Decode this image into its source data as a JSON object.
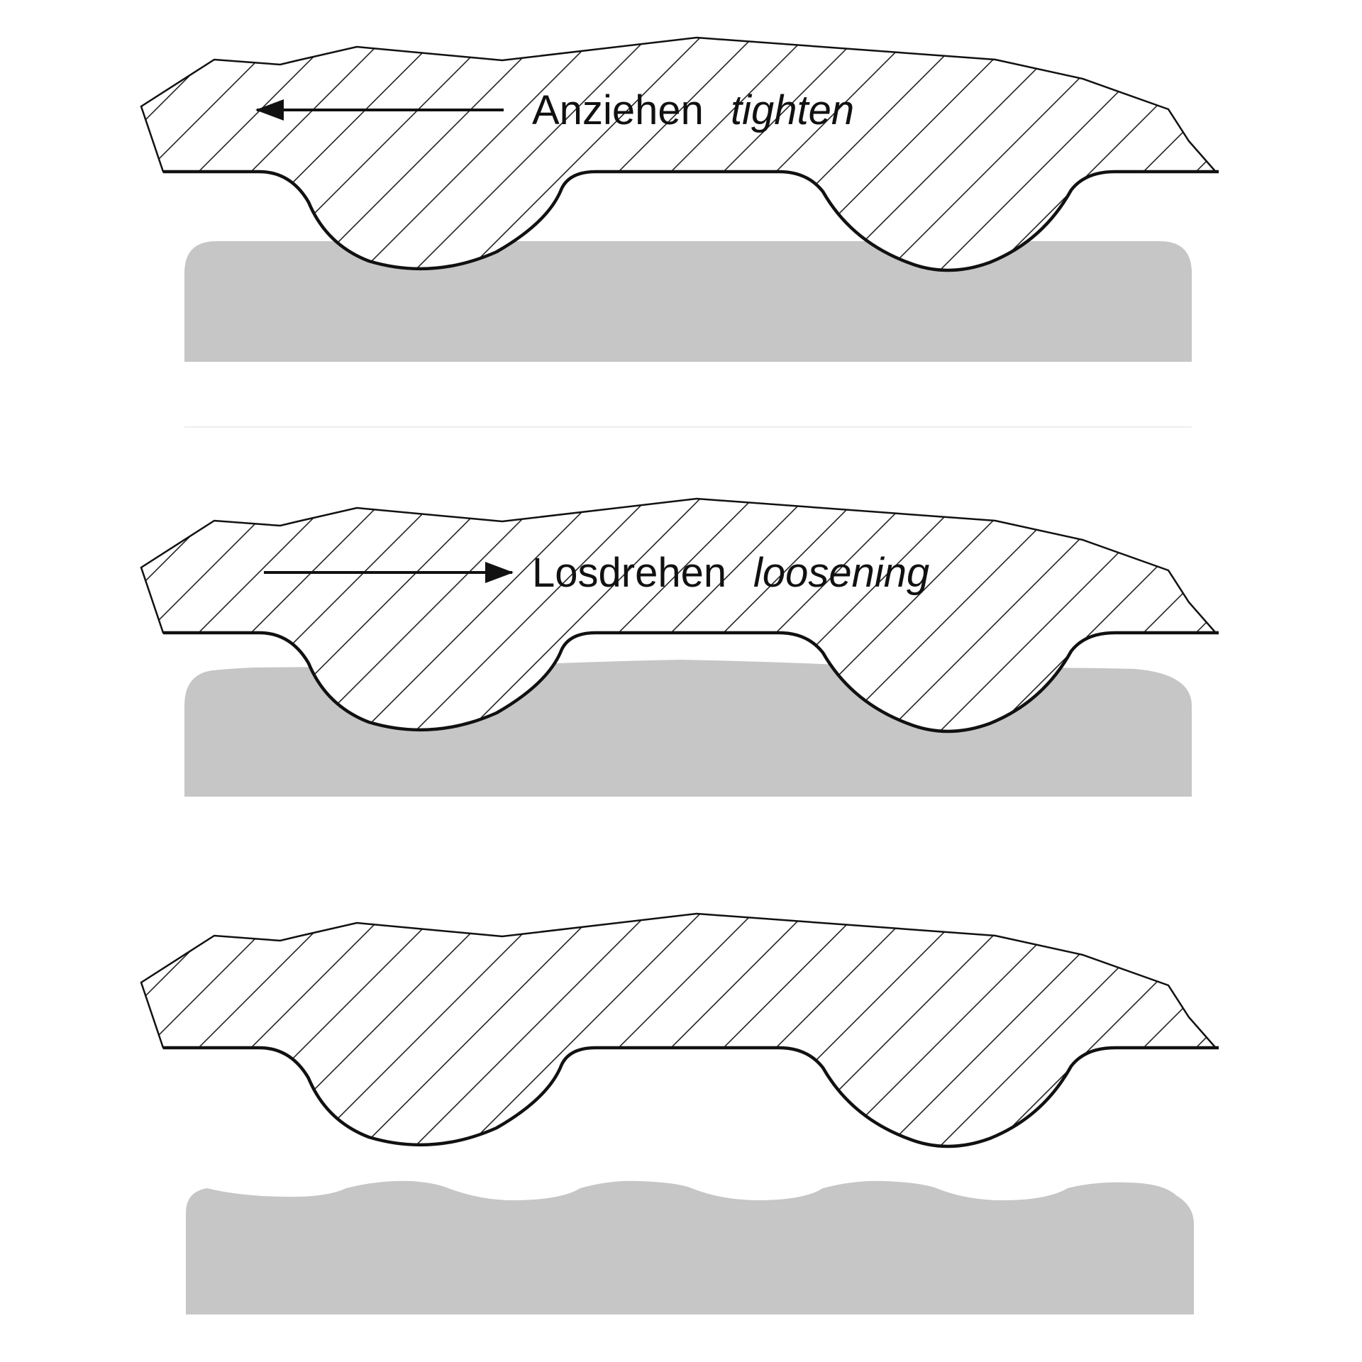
{
  "colors": {
    "line": "#111111",
    "hatch": "#222222",
    "surface_gray": "#c6c6c6",
    "background": "#ffffff",
    "divider": "#eeeeee"
  },
  "panels": [
    {
      "state": "tighten",
      "label_de": "Anziehen",
      "label_en": "tighten",
      "arrow_direction": "left",
      "surface_profile": "flat"
    },
    {
      "state": "loosening",
      "label_de": "Losdrehen",
      "label_en": "loosening",
      "arrow_direction": "right",
      "surface_profile": "slightly-raised"
    },
    {
      "state": "",
      "label_de": "",
      "label_en": "",
      "arrow_direction": "none",
      "surface_profile": "imprinted"
    }
  ]
}
